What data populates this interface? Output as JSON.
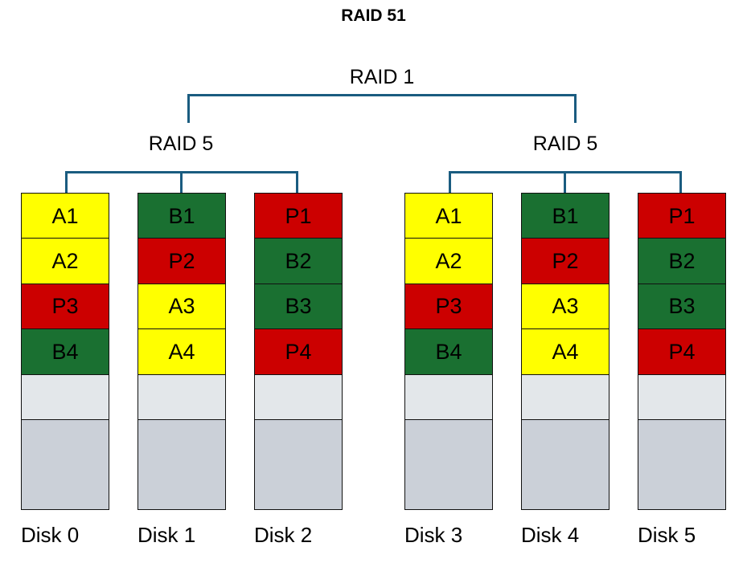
{
  "chart_data": {
    "type": "diagram",
    "title": "RAID 51",
    "topology": {
      "root_label": "RAID 1",
      "group_labels": [
        "RAID 5",
        "RAID 5"
      ]
    },
    "legend_colors": {
      "data_a": "#ffff00",
      "data_b": "#1a7031",
      "parity": "#cc0000",
      "empty_light": "#e3e7ea",
      "empty_gray": "#cbd0d8",
      "connector": "#1a5c80",
      "stroke": "#111111"
    },
    "disks": [
      {
        "label": "Disk 0",
        "cells": [
          "A1",
          "A2",
          "P3",
          "B4",
          "",
          ""
        ],
        "colors": [
          "yellow",
          "yellow",
          "red",
          "green",
          "light",
          "gray"
        ]
      },
      {
        "label": "Disk 1",
        "cells": [
          "B1",
          "P2",
          "A3",
          "A4",
          "",
          ""
        ],
        "colors": [
          "green",
          "red",
          "yellow",
          "yellow",
          "light",
          "gray"
        ]
      },
      {
        "label": "Disk 2",
        "cells": [
          "P1",
          "B2",
          "B3",
          "P4",
          "",
          ""
        ],
        "colors": [
          "red",
          "green",
          "green",
          "red",
          "light",
          "gray"
        ]
      },
      {
        "label": "Disk 3",
        "cells": [
          "A1",
          "A2",
          "P3",
          "B4",
          "",
          ""
        ],
        "colors": [
          "yellow",
          "yellow",
          "red",
          "green",
          "light",
          "gray"
        ]
      },
      {
        "label": "Disk 4",
        "cells": [
          "B1",
          "P2",
          "A3",
          "A4",
          "",
          ""
        ],
        "colors": [
          "green",
          "red",
          "yellow",
          "yellow",
          "light",
          "gray"
        ]
      },
      {
        "label": "Disk 5",
        "cells": [
          "P1",
          "B2",
          "B3",
          "P4",
          "",
          ""
        ],
        "colors": [
          "red",
          "green",
          "green",
          "red",
          "light",
          "gray"
        ]
      }
    ]
  },
  "title": "RAID 51",
  "raid1": {
    "label": "RAID 1"
  },
  "raid5_left": {
    "label": "RAID 5"
  },
  "raid5_right": {
    "label": "RAID 5"
  },
  "disks": [
    {
      "label": "Disk 0",
      "cells": [
        {
          "text": "A1",
          "color": "yellow"
        },
        {
          "text": "A2",
          "color": "yellow"
        },
        {
          "text": "P3",
          "color": "red"
        },
        {
          "text": "B4",
          "color": "green"
        },
        {
          "text": "",
          "color": "light"
        },
        {
          "text": "",
          "color": "gray"
        }
      ]
    },
    {
      "label": "Disk 1",
      "cells": [
        {
          "text": "B1",
          "color": "green"
        },
        {
          "text": "P2",
          "color": "red"
        },
        {
          "text": "A3",
          "color": "yellow"
        },
        {
          "text": "A4",
          "color": "yellow"
        },
        {
          "text": "",
          "color": "light"
        },
        {
          "text": "",
          "color": "gray"
        }
      ]
    },
    {
      "label": "Disk 2",
      "cells": [
        {
          "text": "P1",
          "color": "red"
        },
        {
          "text": "B2",
          "color": "green"
        },
        {
          "text": "B3",
          "color": "green"
        },
        {
          "text": "P4",
          "color": "red"
        },
        {
          "text": "",
          "color": "light"
        },
        {
          "text": "",
          "color": "gray"
        }
      ]
    },
    {
      "label": "Disk 3",
      "cells": [
        {
          "text": "A1",
          "color": "yellow"
        },
        {
          "text": "A2",
          "color": "yellow"
        },
        {
          "text": "P3",
          "color": "red"
        },
        {
          "text": "B4",
          "color": "green"
        },
        {
          "text": "",
          "color": "light"
        },
        {
          "text": "",
          "color": "gray"
        }
      ]
    },
    {
      "label": "Disk 4",
      "cells": [
        {
          "text": "B1",
          "color": "green"
        },
        {
          "text": "P2",
          "color": "red"
        },
        {
          "text": "A3",
          "color": "yellow"
        },
        {
          "text": "A4",
          "color": "yellow"
        },
        {
          "text": "",
          "color": "light"
        },
        {
          "text": "",
          "color": "gray"
        }
      ]
    },
    {
      "label": "Disk 5",
      "cells": [
        {
          "text": "P1",
          "color": "red"
        },
        {
          "text": "B2",
          "color": "green"
        },
        {
          "text": "B3",
          "color": "green"
        },
        {
          "text": "P4",
          "color": "red"
        },
        {
          "text": "",
          "color": "light"
        },
        {
          "text": "",
          "color": "gray"
        }
      ]
    }
  ]
}
